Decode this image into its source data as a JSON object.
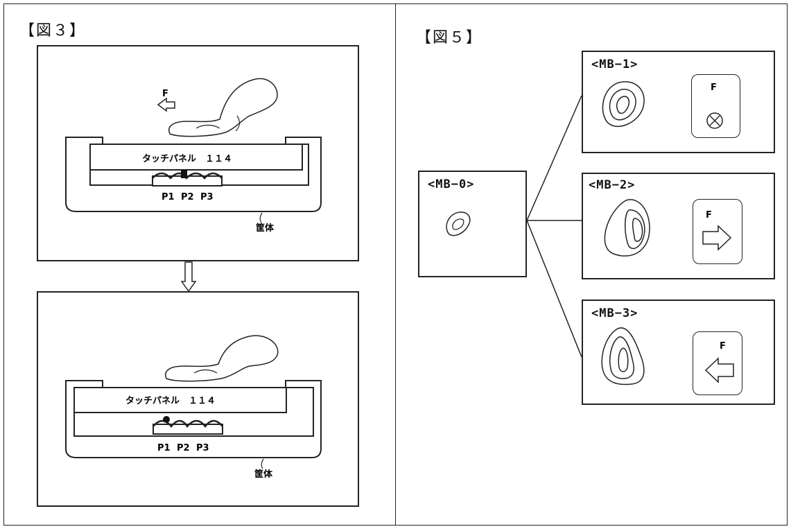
{
  "figure3": {
    "label": "【図３】",
    "top": {
      "force_label": "F",
      "panel_label": "タッチパネル　１１４",
      "points": [
        "P1",
        "P2",
        "P3"
      ],
      "housing_label": "筐体"
    },
    "bottom": {
      "panel_label": "タッチパネル　１１４",
      "points": [
        "P1",
        "P2",
        "P3"
      ],
      "housing_label": "筐体"
    }
  },
  "figure5": {
    "label": "【図５】",
    "mb0": "<MB−0>",
    "mb1": "<MB−1>",
    "mb2": "<MB−2>",
    "mb3": "<MB−3>",
    "force_label": "F"
  }
}
